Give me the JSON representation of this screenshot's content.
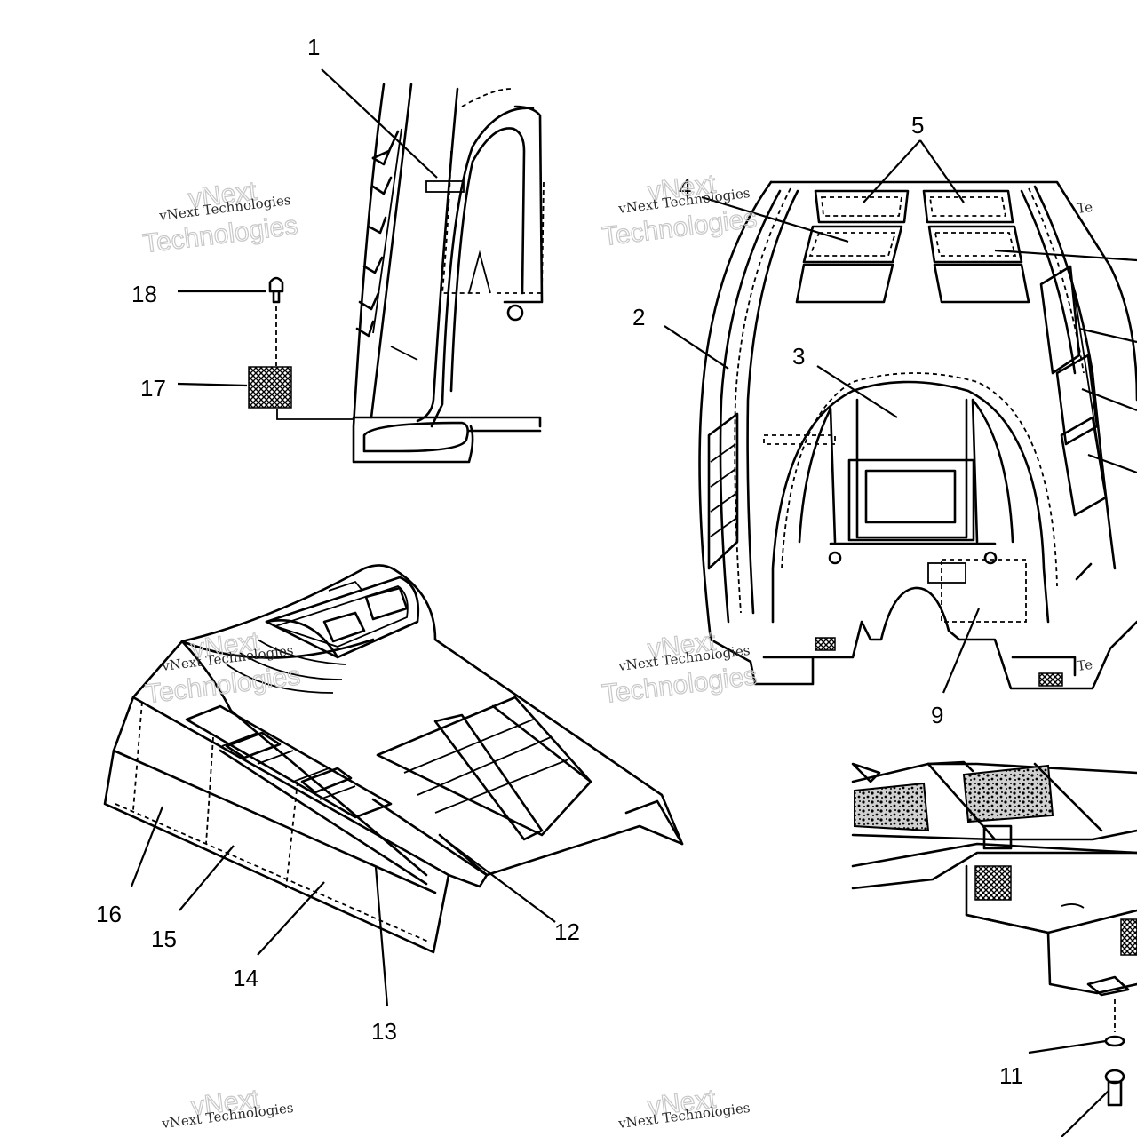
{
  "callouts": [
    "1",
    "2",
    "3",
    "4",
    "5",
    "9",
    "11",
    "12",
    "13",
    "14",
    "15",
    "16",
    "17",
    "18"
  ],
  "watermark": {
    "company": "vNext Technologies",
    "brand": "vNext",
    "word": "Technologies",
    "partial": "Te"
  }
}
